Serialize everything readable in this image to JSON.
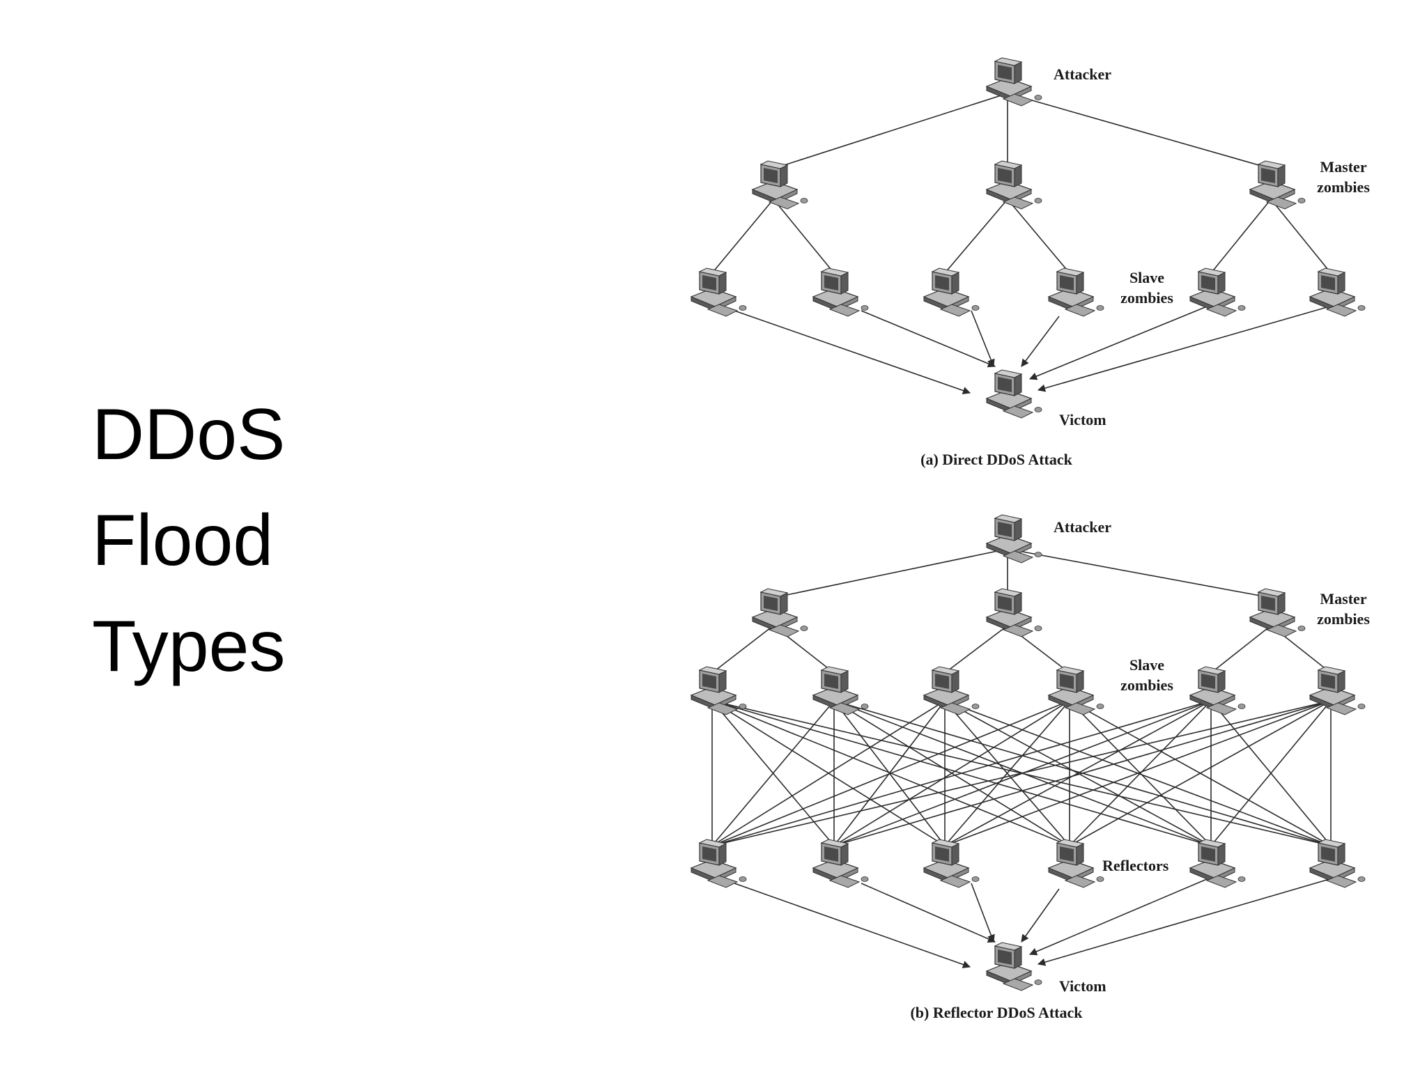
{
  "title_lines": [
    "DDoS",
    "Flood",
    "Types"
  ],
  "colors": {
    "text": "#000000",
    "line": "#2b2b2b",
    "computer_fill": "#bdbdbd",
    "computer_dark": "#5a5a5a"
  },
  "icons": {
    "node": "computer-icon"
  },
  "diagrams": [
    {
      "id": "direct",
      "caption": "(a) Direct DDoS Attack",
      "labels": {
        "attacker": "Attacker",
        "master": [
          "Master",
          "zombies"
        ],
        "slave": [
          "Slave",
          "zombies"
        ],
        "victim": "Victom"
      }
    },
    {
      "id": "reflector",
      "caption": "(b) Reflector DDoS Attack",
      "labels": {
        "attacker": "Attacker",
        "master": [
          "Master",
          "zombies"
        ],
        "slave": [
          "Slave",
          "zombies"
        ],
        "reflectors": "Reflectors",
        "victim": "Victom"
      }
    }
  ]
}
